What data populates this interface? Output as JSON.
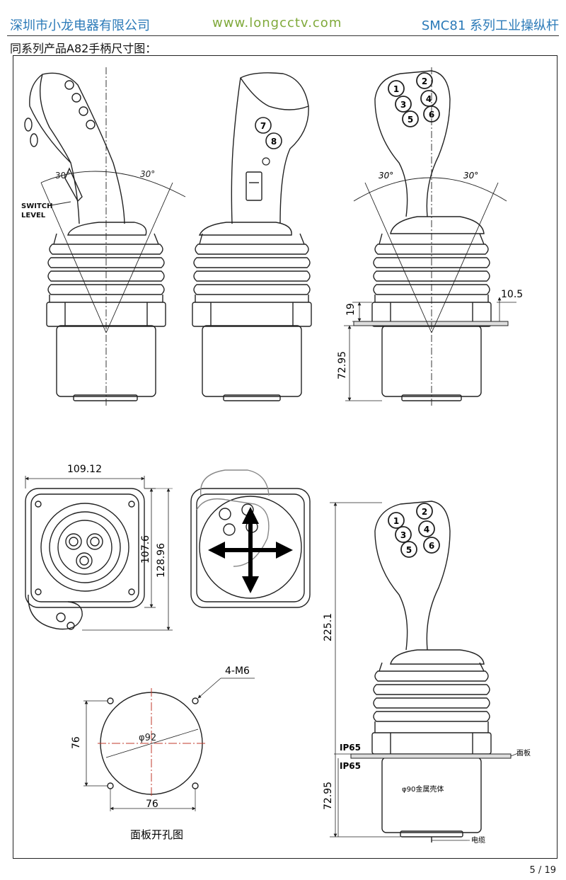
{
  "header": {
    "company": "深圳市小龙电器有限公司",
    "url": "www.longcctv.com",
    "model": "SMC81 系列工业操纵杆"
  },
  "section_title": "同系列产品A82手柄尺寸图：",
  "labels": {
    "angle_left_1": "30°",
    "angle_right_1": "30°",
    "switch_level": "SWITCH\nLEVEL",
    "switch": "SWITCH",
    "level": "LEVEL",
    "angle_left_3": "30°",
    "angle_right_3": "30°",
    "dim_10_5": "10.5",
    "dim_19": "19",
    "dim_72_95_top": "72.95",
    "dim_109_12": "109.12",
    "dim_107_6": "107.6",
    "dim_128_96": "128.96",
    "dim_225_1": "225.1",
    "dim_4_m6": "4-M6",
    "dim_phi92": "φ92",
    "dim_76_v": "76",
    "dim_76_h": "76",
    "cutout_caption": "面板开孔图",
    "ip65_top": "IP65",
    "ip65_bottom": "IP65",
    "panel": "面板",
    "shell": "φ90金属壳体",
    "cable": "电缆",
    "dim_72_95_bottom": "72.95"
  },
  "buttons_top": [
    "1",
    "2",
    "3",
    "4",
    "5",
    "6"
  ],
  "buttons_side": [
    "7",
    "8"
  ],
  "buttons_bottom": [
    "1",
    "2",
    "3",
    "4",
    "5",
    "6"
  ],
  "page_number": "5 / 19"
}
